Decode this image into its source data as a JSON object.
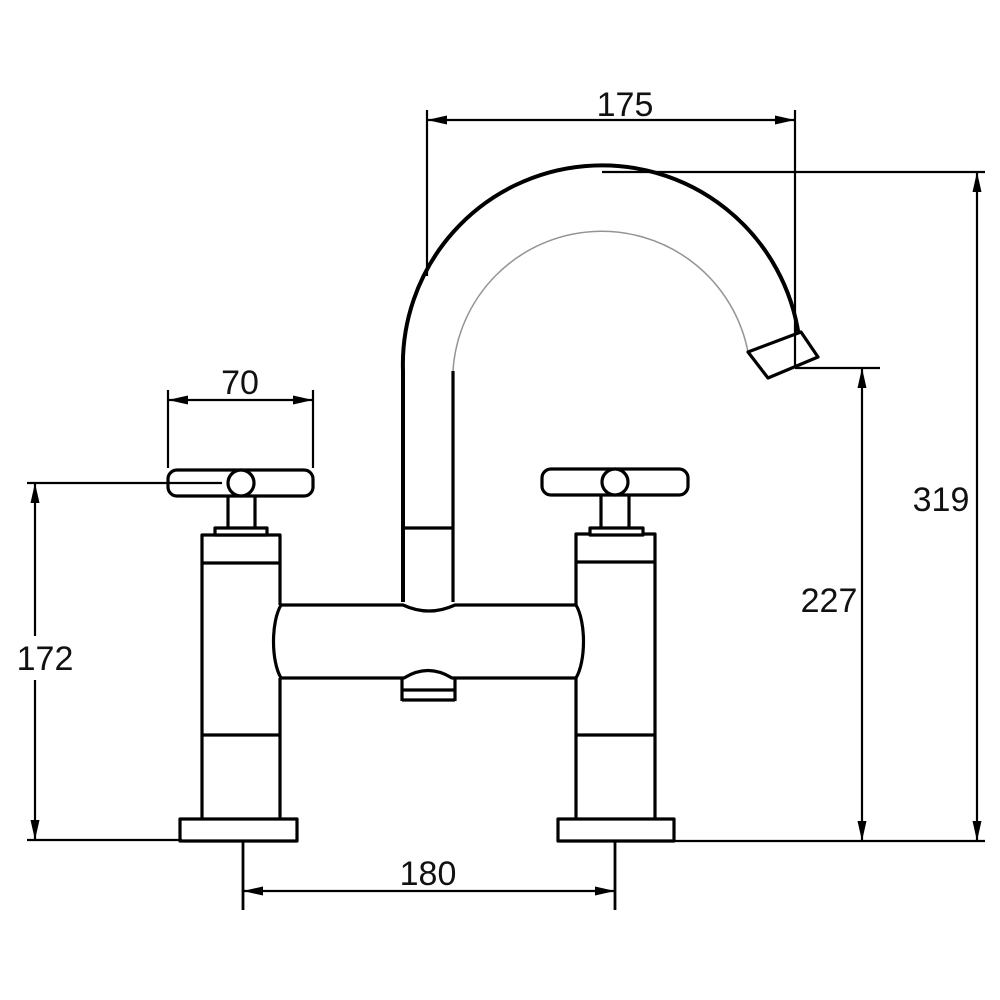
{
  "diagram": {
    "type": "technical-dimension-drawing",
    "subject": "bridge bath filler mixer tap - front elevation",
    "background_color": "#ffffff",
    "line_color": "#000000",
    "text_color": "#111111",
    "dimensions": {
      "spout_reach": "175",
      "handle_width": "70",
      "overall_height": "319",
      "spout_outlet_height": "227",
      "handle_height": "172",
      "tap_centres": "180"
    }
  }
}
